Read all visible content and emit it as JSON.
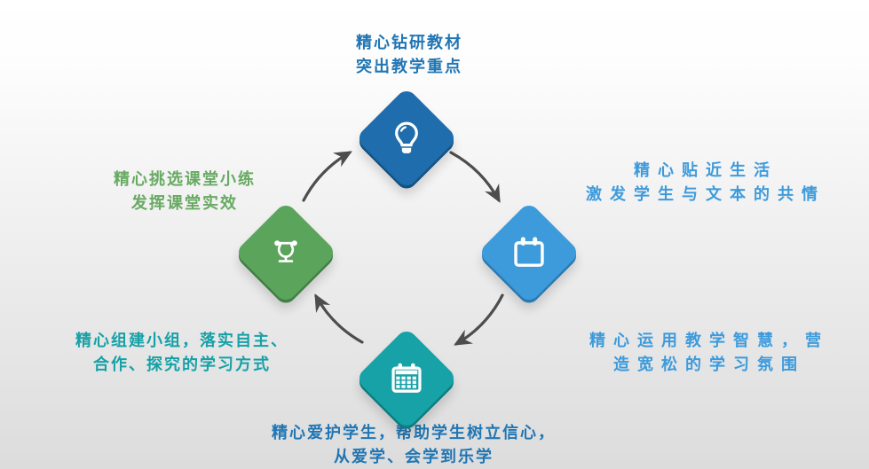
{
  "colors": {
    "background_top": "#ffffff",
    "background_bottom": "#dcdcdc",
    "arrow": "#4d4d4d"
  },
  "arrows": {
    "direction": "clockwise",
    "color": "#4d4d4d"
  },
  "diagram": {
    "nodes": {
      "top": {
        "icon": "lightbulb-icon",
        "fill": "#1f6dad",
        "edge": "#14527f"
      },
      "right": {
        "icon": "calendar-outline-icon",
        "fill": "#3d9bdc",
        "edge": "#2a7ab1"
      },
      "bottom": {
        "icon": "calendar-grid-icon",
        "fill": "#17a2a8",
        "edge": "#0e7c80"
      },
      "left": {
        "icon": "trophy-icon",
        "fill": "#5ba45c",
        "edge": "#417f45"
      }
    },
    "captions": {
      "top": {
        "lines": [
          "精心钻研教材",
          "突出教学重点"
        ],
        "color": "#2176b4"
      },
      "upper_right": {
        "lines": [
          "精心贴近生活",
          "激发学生与文本的共情"
        ],
        "color": "#3d9bdc"
      },
      "upper_left": {
        "lines": [
          "精心挑选课堂小练",
          "发挥课堂实效"
        ],
        "color": "#68aa63"
      },
      "lower_left": {
        "lines": [
          "精心组建小组，落实自主、",
          "合作、探究的学习方式"
        ],
        "color": "#16a1a7"
      },
      "lower_right": {
        "lines": [
          "精心运用教学智慧，营",
          "造宽松的学习氛围"
        ],
        "color": "#3d9bdc"
      },
      "bottom": {
        "lines": [
          "精心爱护学生，帮助学生树立信心，",
          "从爱学、会学到乐学"
        ],
        "color": "#2176b4"
      }
    }
  }
}
